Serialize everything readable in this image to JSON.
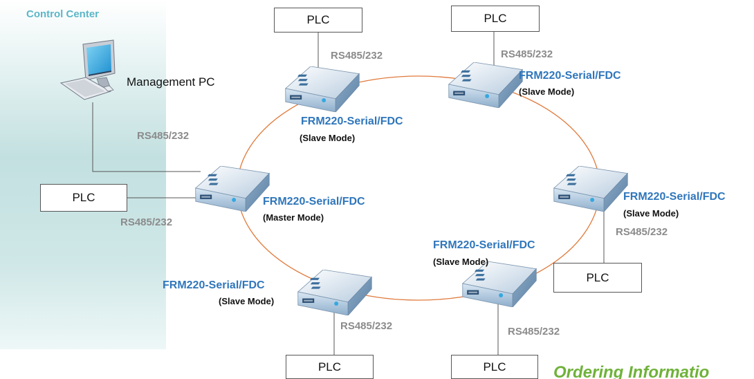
{
  "control_center": {
    "title": "Control Center",
    "pc_label": "Management PC"
  },
  "plc_label": "PLC",
  "link_label": "RS485/232",
  "device": {
    "name": "FRM220-Serial/FDC",
    "master_mode": "(Master Mode)",
    "slave_mode": "(Slave Mode)"
  },
  "footer": {
    "heading": "Ordering Informatio"
  },
  "colors": {
    "ring": "#e07a3c",
    "device_name": "#2f76bb",
    "panel_title": "#5bb6c8",
    "link_label": "#8b8b8b",
    "footer_heading": "#6fb23a"
  },
  "icons": [
    "computer-icon",
    "fiber-switch-icon"
  ]
}
